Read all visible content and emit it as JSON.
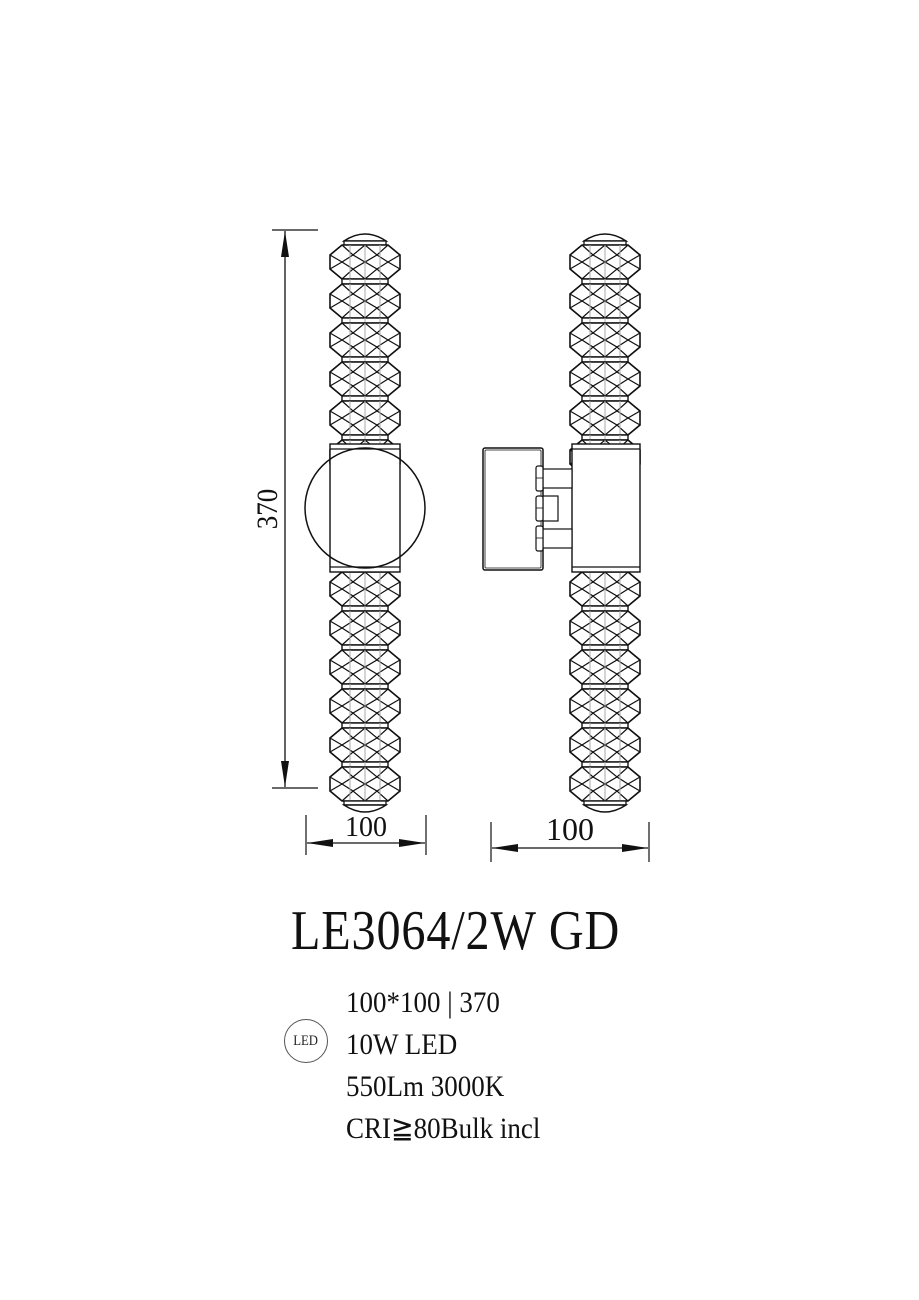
{
  "drawing": {
    "type": "technical-product-drawing",
    "views": [
      {
        "name": "front-view",
        "label": ""
      },
      {
        "name": "side-view",
        "label": ""
      }
    ],
    "dimensions": {
      "height": "370",
      "front_width": "100",
      "side_width": "100"
    },
    "segments_per_arm": 6
  },
  "product": {
    "model": "LE3064/2W GD",
    "badge": "LED",
    "specs": [
      "100*100 | 370",
      "10W LED",
      "550Lm 3000K",
      "CRI≧80Bulk incl"
    ]
  },
  "colors": {
    "line": "#111111",
    "hatch": "#aaaaaa",
    "background": "#ffffff"
  }
}
